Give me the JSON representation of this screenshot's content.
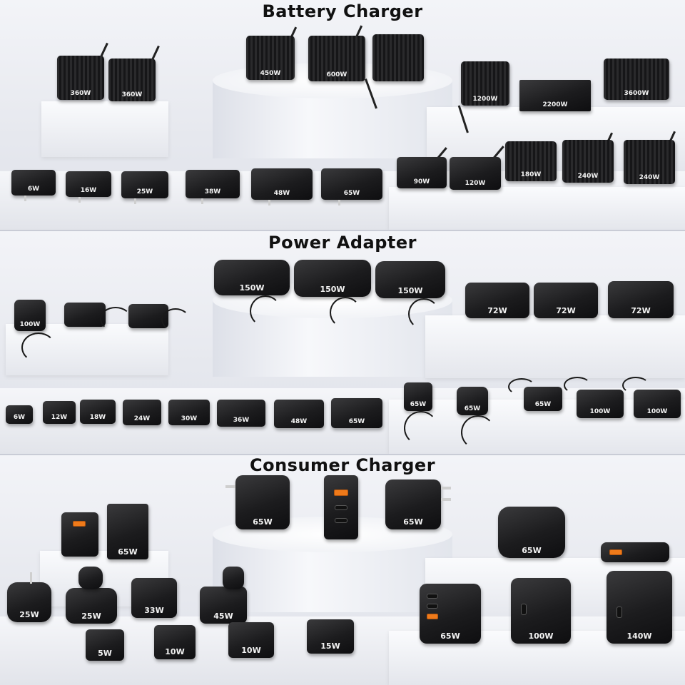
{
  "sections": {
    "battery": {
      "title": "Battery Charger",
      "products": [
        "360W",
        "360W",
        "450W",
        "600W",
        "1200W",
        "2200W",
        "3600W",
        "6W",
        "16W",
        "25W",
        "38W",
        "48W",
        "65W",
        "90W",
        "120W",
        "180W",
        "240W",
        "240W"
      ]
    },
    "adapter": {
      "title": "Power Adapter",
      "products": [
        "150W",
        "150W",
        "150W",
        "100W",
        "72W",
        "72W",
        "72W",
        "6W",
        "12W",
        "18W",
        "24W",
        "30W",
        "36W",
        "48W",
        "65W",
        "65W",
        "65W",
        "65W",
        "100W",
        "100W"
      ]
    },
    "consumer": {
      "title": "Consumer Charger",
      "products": [
        "65W",
        "65W",
        "65W",
        "65W",
        "25W",
        "25W",
        "33W",
        "45W",
        "5W",
        "10W",
        "10W",
        "15W",
        "65W",
        "100W",
        "140W"
      ]
    }
  },
  "colors": {
    "product_body": "#1c1c1e",
    "usb_accent": "#ef7a1a",
    "backdrop": "#e9ebf0",
    "title_text": "#111111"
  }
}
